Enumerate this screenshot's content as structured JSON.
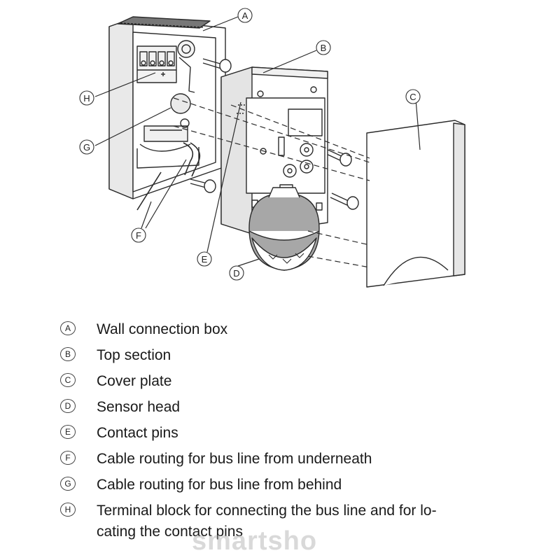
{
  "callouts": [
    {
      "letter": "A"
    },
    {
      "letter": "B"
    },
    {
      "letter": "C"
    },
    {
      "letter": "D"
    },
    {
      "letter": "E"
    },
    {
      "letter": "F"
    },
    {
      "letter": "G"
    },
    {
      "letter": "H"
    }
  ],
  "legend": [
    {
      "letter": "A",
      "text": "Wall connection box"
    },
    {
      "letter": "B",
      "text": "Top section"
    },
    {
      "letter": "C",
      "text": "Cover plate"
    },
    {
      "letter": "D",
      "text": "Sensor head"
    },
    {
      "letter": "E",
      "text": "Contact pins"
    },
    {
      "letter": "F",
      "text": "Cable routing for bus line from underneath"
    },
    {
      "letter": "G",
      "text": "Cable routing for bus line from behind"
    },
    {
      "letter": "H",
      "text_line1": "Terminal block for connecting the bus line and for lo-",
      "text_line2": "cating the contact pins"
    }
  ],
  "watermark": "smartsho",
  "colors": {
    "line": "#2b2b2b",
    "sensor_fill": "#a7a7a7",
    "ink": "#1a1a1a"
  }
}
